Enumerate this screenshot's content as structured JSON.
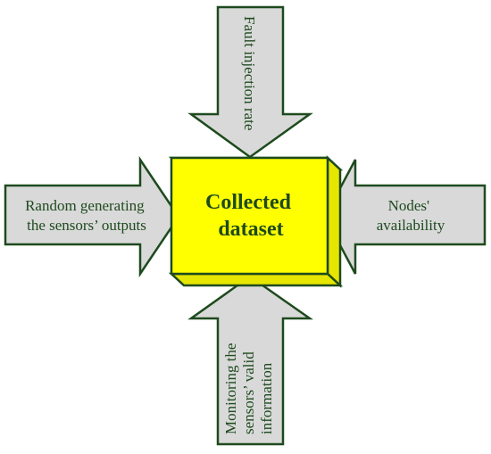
{
  "center_box": {
    "line1": "Collected",
    "line2": "dataset"
  },
  "inputs": {
    "top": {
      "line1": "Fault injection rate"
    },
    "left": {
      "line1": "Random generating",
      "line2": "the sensors’ outputs"
    },
    "right": {
      "line1": "Nodes'",
      "line2": "availability"
    },
    "bottom": {
      "line1": "Monitoring the",
      "line2": "sensors’ valid",
      "line3": "information"
    }
  },
  "colors": {
    "box_fill": "#ffff00",
    "box_side": "#e6e600",
    "arrow_fill": "#d9d9d9",
    "outline": "#1e4a1e"
  }
}
